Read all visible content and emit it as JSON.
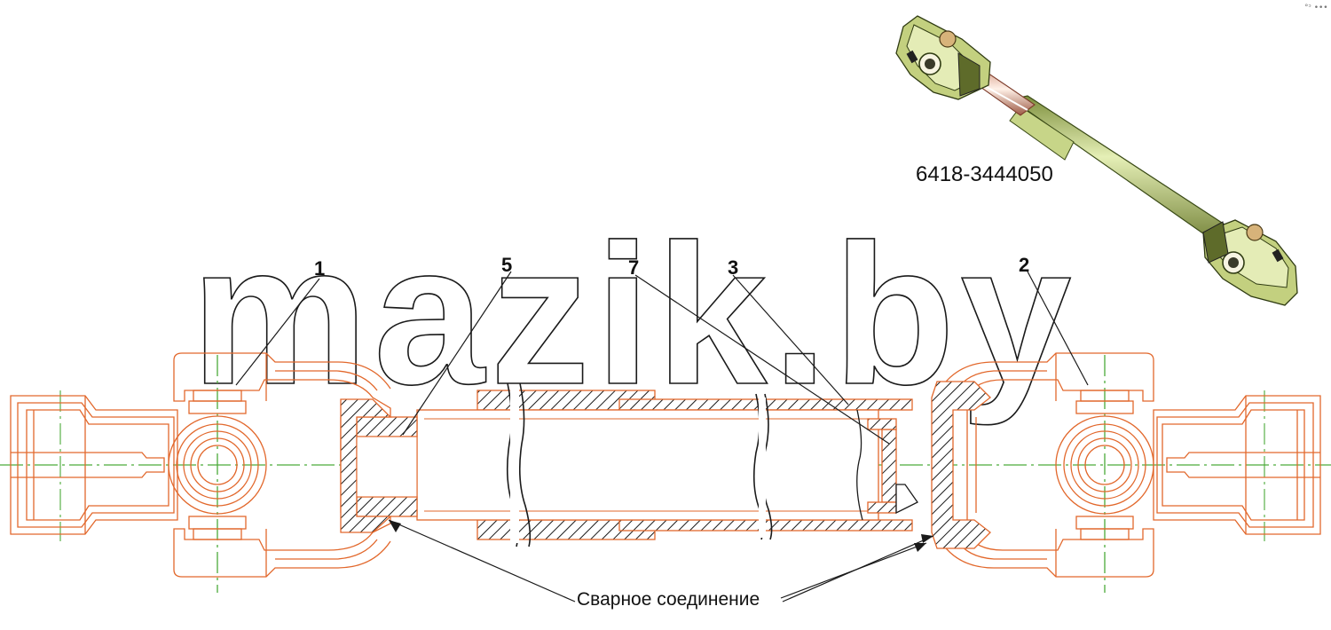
{
  "part_number": "6418-3444050",
  "watermark": "mazik.by",
  "weld_caption": "Сварное соединение",
  "corner_mark": "°ᵓ •••",
  "callouts": [
    {
      "id": "callout-1",
      "label": "1"
    },
    {
      "id": "callout-5",
      "label": "5"
    },
    {
      "id": "callout-7",
      "label": "7"
    },
    {
      "id": "callout-3",
      "label": "3"
    },
    {
      "id": "callout-2",
      "label": "2"
    }
  ],
  "colors": {
    "outline": "#e2682c",
    "hatch": "#1a1a1a",
    "centerline": "#4caa3a",
    "shaft_green": "#b9c77c"
  }
}
